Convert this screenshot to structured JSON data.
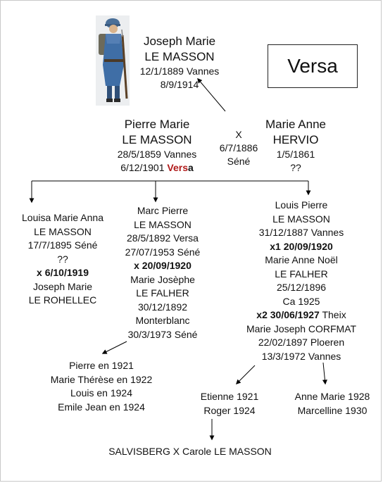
{
  "title_box": "Versa",
  "joseph": {
    "lines": [
      "Joseph Marie",
      "LE MASSON",
      "12/1/1889 Vannes",
      "8/9/1914"
    ]
  },
  "pierre": {
    "line1": "Pierre Marie",
    "line2": "LE MASSON",
    "line3": "28/5/1859 Vannes",
    "line4_date": "6/12/1901 ",
    "line4_red": "Vers",
    "line4_rest": "a"
  },
  "marriage": {
    "lines": [
      "X",
      "6/7/1886",
      "Séné"
    ]
  },
  "marie_anne": {
    "lines": [
      "Marie Anne",
      "HERVIO",
      "1/5/1861",
      "??"
    ]
  },
  "louisa": {
    "lines": [
      "Louisa Marie Anna",
      "LE MASSON",
      "17/7/1895 Séné",
      "??",
      "x 6/10/1919",
      "Joseph Marie",
      "LE ROHELLEC"
    ]
  },
  "marc": {
    "lines": [
      "Marc Pierre",
      "LE MASSON",
      "28/5/1892 Versa",
      "27/07/1953 Séné",
      "x 20/09/1920",
      "Marie Josèphe",
      "LE FALHER",
      "30/12/1892",
      "Monterblanc",
      "30/3/1973 Séné"
    ]
  },
  "louis": {
    "lines": [
      "Louis Pierre",
      "LE MASSON",
      "31/12/1887 Vannes",
      "x1 20/09/1920",
      "Marie Anne Noël",
      "LE FALHER",
      "25/12/1896",
      "Ca 1925",
      "x2 30/06/1927",
      "Marie Joseph CORFMAT",
      "22/02/1897 Ploeren",
      "13/3/1972 Vannes"
    ],
    "x2_place": " Theix"
  },
  "marc_children": {
    "lines": [
      "Pierre en 1921",
      "Marie Thérèse en 1922",
      "Louis en 1924",
      "Emile Jean en 1924"
    ]
  },
  "louis_children_1": {
    "lines": [
      "Etienne 1921",
      "Roger 1924"
    ]
  },
  "louis_children_2": {
    "lines": [
      "Anne Marie 1928",
      "Marcelline 1930"
    ]
  },
  "descendant": "SALVISBERG X Carole LE MASSON",
  "soldier_image": "ww1-french-soldier-figure",
  "colors": {
    "highlight": "#b01a1a",
    "soldier_coat": "#3f6ea6"
  }
}
